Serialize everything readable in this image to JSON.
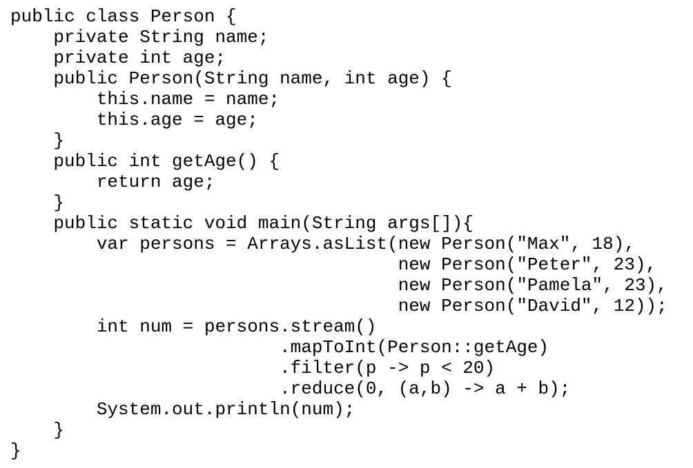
{
  "code": {
    "language": "java",
    "lines": [
      "public class Person {",
      "    private String name;",
      "    private int age;",
      "    public Person(String name, int age) {",
      "        this.name = name;",
      "        this.age = age;",
      "    }",
      "    public int getAge() {",
      "        return age;",
      "    }",
      "    public static void main(String args[]){",
      "        var persons = Arrays.asList(new Person(\"Max\", 18),",
      "                                    new Person(\"Peter\", 23),",
      "                                    new Person(\"Pamela\", 23),",
      "                                    new Person(\"David\", 12));",
      "        int num = persons.stream()",
      "                         .mapToInt(Person::getAge)",
      "                         .filter(p -> p < 20)",
      "                         .reduce(0, (a,b) -> a + b);",
      "        System.out.println(num);",
      "    }",
      "}"
    ]
  }
}
